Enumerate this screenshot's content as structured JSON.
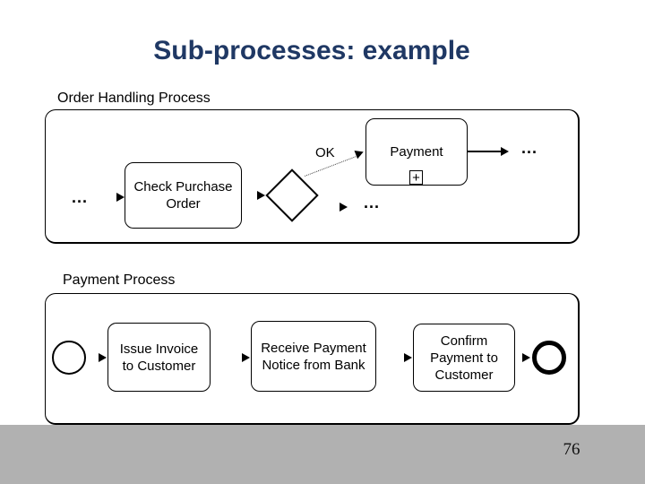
{
  "slide": {
    "title": "Sub-processes: example",
    "page_number": "76"
  },
  "order_process": {
    "label": "Order Handling Process",
    "in_dots": "...",
    "task_check": "Check Purchase Order",
    "ok_label": "OK",
    "subprocess": "Payment",
    "subprocess_marker": "+",
    "out_dots": "...",
    "branch_dots": "..."
  },
  "payment_process": {
    "label": "Payment Process",
    "task_issue": "Issue Invoice to Customer",
    "task_receive": "Receive Payment Notice from Bank",
    "task_confirm": "Confirm Payment to Customer"
  },
  "colors": {
    "title_text": "#1F3864",
    "footer_bg": "#B1B1B1",
    "diagram_line": "#000000",
    "background": "#FFFFFF"
  }
}
